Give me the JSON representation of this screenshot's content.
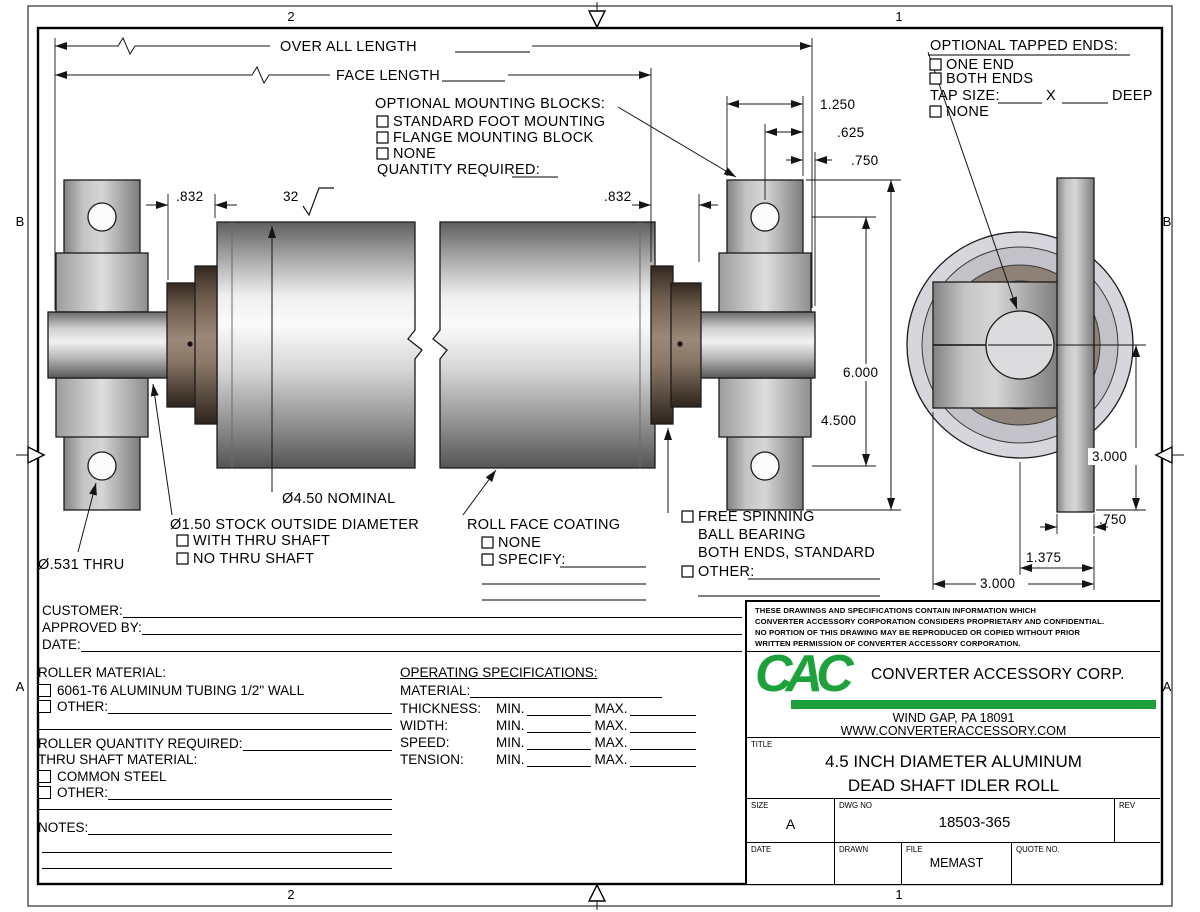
{
  "colors": {
    "green": "#1CA13B"
  },
  "zones": {
    "top_left": "2",
    "top_right": "1",
    "bottom_left": "2",
    "bottom_right": "1",
    "left_upper": "B",
    "left_lower": "A",
    "right_upper": "B",
    "right_lower": "A"
  },
  "dims": {
    "overall_length": "OVER ALL LENGTH",
    "face_length": "FACE LENGTH",
    "bearing_width_left": ".832",
    "surface_finish": "32",
    "bearing_width_right": ".832",
    "block_width": "1.250",
    "hole_to_edge": ".625",
    "shaft_ext": ".750",
    "block_height": "6.000",
    "hole_spacing": "4.500",
    "center_height": "3.000",
    "bar_width": ".750",
    "center_to_bar": "1.375",
    "end_width": "3.000",
    "roll_diameter": "Ø4.50 NOMINAL",
    "shaft_note": "Ø1.50  STOCK OUTSIDE DIAMETER",
    "hole_note": "Ø.531 THRU"
  },
  "mounting": {
    "title": "OPTIONAL MOUNTING BLOCKS:",
    "opt1": "STANDARD FOOT MOUNTING",
    "opt2": "FLANGE MOUNTING  BLOCK",
    "opt3": "NONE",
    "qty": "QUANTITY REQUIRED:"
  },
  "tapped": {
    "title": "OPTIONAL TAPPED ENDS:",
    "opt1": "ONE END",
    "opt2": "BOTH ENDS",
    "tap_size": "TAP SIZE:",
    "x": "X",
    "deep": "DEEP",
    "none": "NONE"
  },
  "shaft_opts": {
    "opt1": "WITH THRU SHAFT",
    "opt2": "NO THRU SHAFT"
  },
  "coating": {
    "title": "ROLL FACE COATING",
    "opt1": "NONE",
    "opt2": "SPECIFY:"
  },
  "bearing_note": {
    "l1": "FREE SPINNING",
    "l2": "BALL BEARING",
    "l3": "BOTH ENDS, STANDARD",
    "other": "OTHER:"
  },
  "form": {
    "customer": "CUSTOMER:",
    "approved": "APPROVED BY:",
    "date": "DATE:",
    "roller_material": "ROLLER MATERIAL:",
    "rm_opt1": "6061-T6 ALUMINUM TUBING 1/2\" WALL",
    "rm_opt2": "OTHER:",
    "roller_qty": "ROLLER QUANTITY REQUIRED:",
    "thru_shaft_material": "THRU SHAFT MATERIAL:",
    "ts_opt1": "COMMON STEEL",
    "ts_opt2": "OTHER:",
    "notes": "NOTES:",
    "op_specs": "OPERATING SPECIFICATIONS:",
    "material": "MATERIAL:",
    "thickness": "THICKNESS:",
    "width": "WIDTH:",
    "speed": "SPEED:",
    "tension": "TENSION:",
    "min": "MIN.",
    "max": "MAX."
  },
  "tb": {
    "legal1": "THESE DRAWINGS AND SPECIFICATIONS CONTAIN INFORMATION WHICH",
    "legal2": "CONVERTER ACCESSORY CORPORATION CONSIDERS PROPRIETARY AND CONFIDENTIAL.",
    "legal3": "NO PORTION OF THIS DRAWING MAY BE REPRODUCED OR COPIED WITHOUT PRIOR",
    "legal4": "WRITTEN PERMISSION OF CONVERTER ACCESSORY CORPORATION.",
    "logo": "CAC",
    "company": "CONVERTER ACCESSORY CORP.",
    "address": "WIND GAP, PA 18091",
    "website": "WWW.CONVERTERACCESSORY.COM",
    "title_label": "TITLE",
    "title1": "4.5 INCH DIAMETER ALUMINUM",
    "title2": "DEAD SHAFT IDLER ROLL",
    "size_label": "SIZE",
    "size": "A",
    "dwg_label": "DWG NO",
    "dwg": "18503-365",
    "rev_label": "REV",
    "date_label": "DATE",
    "drawn_label": "DRAWN",
    "file_label": "FILE",
    "file": "MEMAST",
    "quote_label": "QUOTE NO."
  }
}
